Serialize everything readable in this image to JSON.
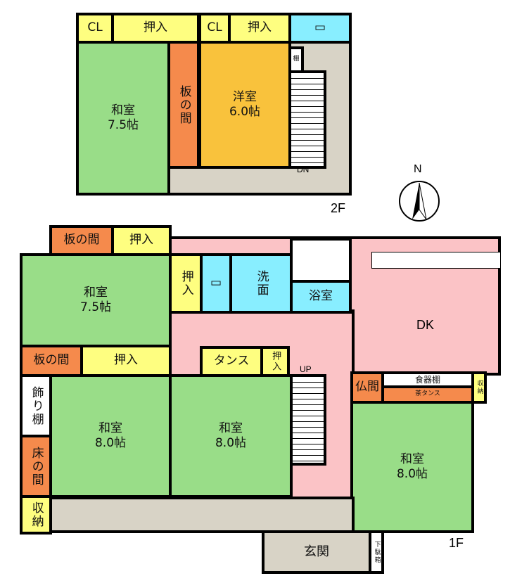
{
  "floor2": {
    "label": "2F",
    "rooms": {
      "cl1": "CL",
      "oshiire1": "押入",
      "cl2": "CL",
      "oshiire2": "押入",
      "washitsu": "和室\n7.5帖",
      "itanoma": "板の間",
      "youshitsu": "洋室\n6.0帖",
      "tana": "棚",
      "stairs": "DN"
    }
  },
  "compass": {
    "label": "N"
  },
  "floor1": {
    "label": "1F",
    "rooms": {
      "itanoma_top": "板の間",
      "oshiire_top": "押入",
      "washitsu_75": "和室\n7.5帖",
      "oshiire_small": "押入",
      "senmen": "洗面",
      "yokushitsu": "浴室",
      "dk": "DK",
      "itanoma_mid": "板の間",
      "oshiire_mid": "押入",
      "kazaridana": "飾り棚",
      "tokonoma": "床の間",
      "washitsu_8a": "和室\n8.0帖",
      "tansu": "タンス",
      "oshiire_tansu": "押入",
      "washitsu_8b": "和室\n8.0帖",
      "stairs": "UP",
      "butsuma": "仏間",
      "shokkidana": "食器棚",
      "chatansu": "茶タンス",
      "shuno_right": "収納",
      "washitsu_8c": "和室\n8.0帖",
      "shuno_left": "収納",
      "genkan": "玄関",
      "getabako": "下駄箱"
    }
  }
}
